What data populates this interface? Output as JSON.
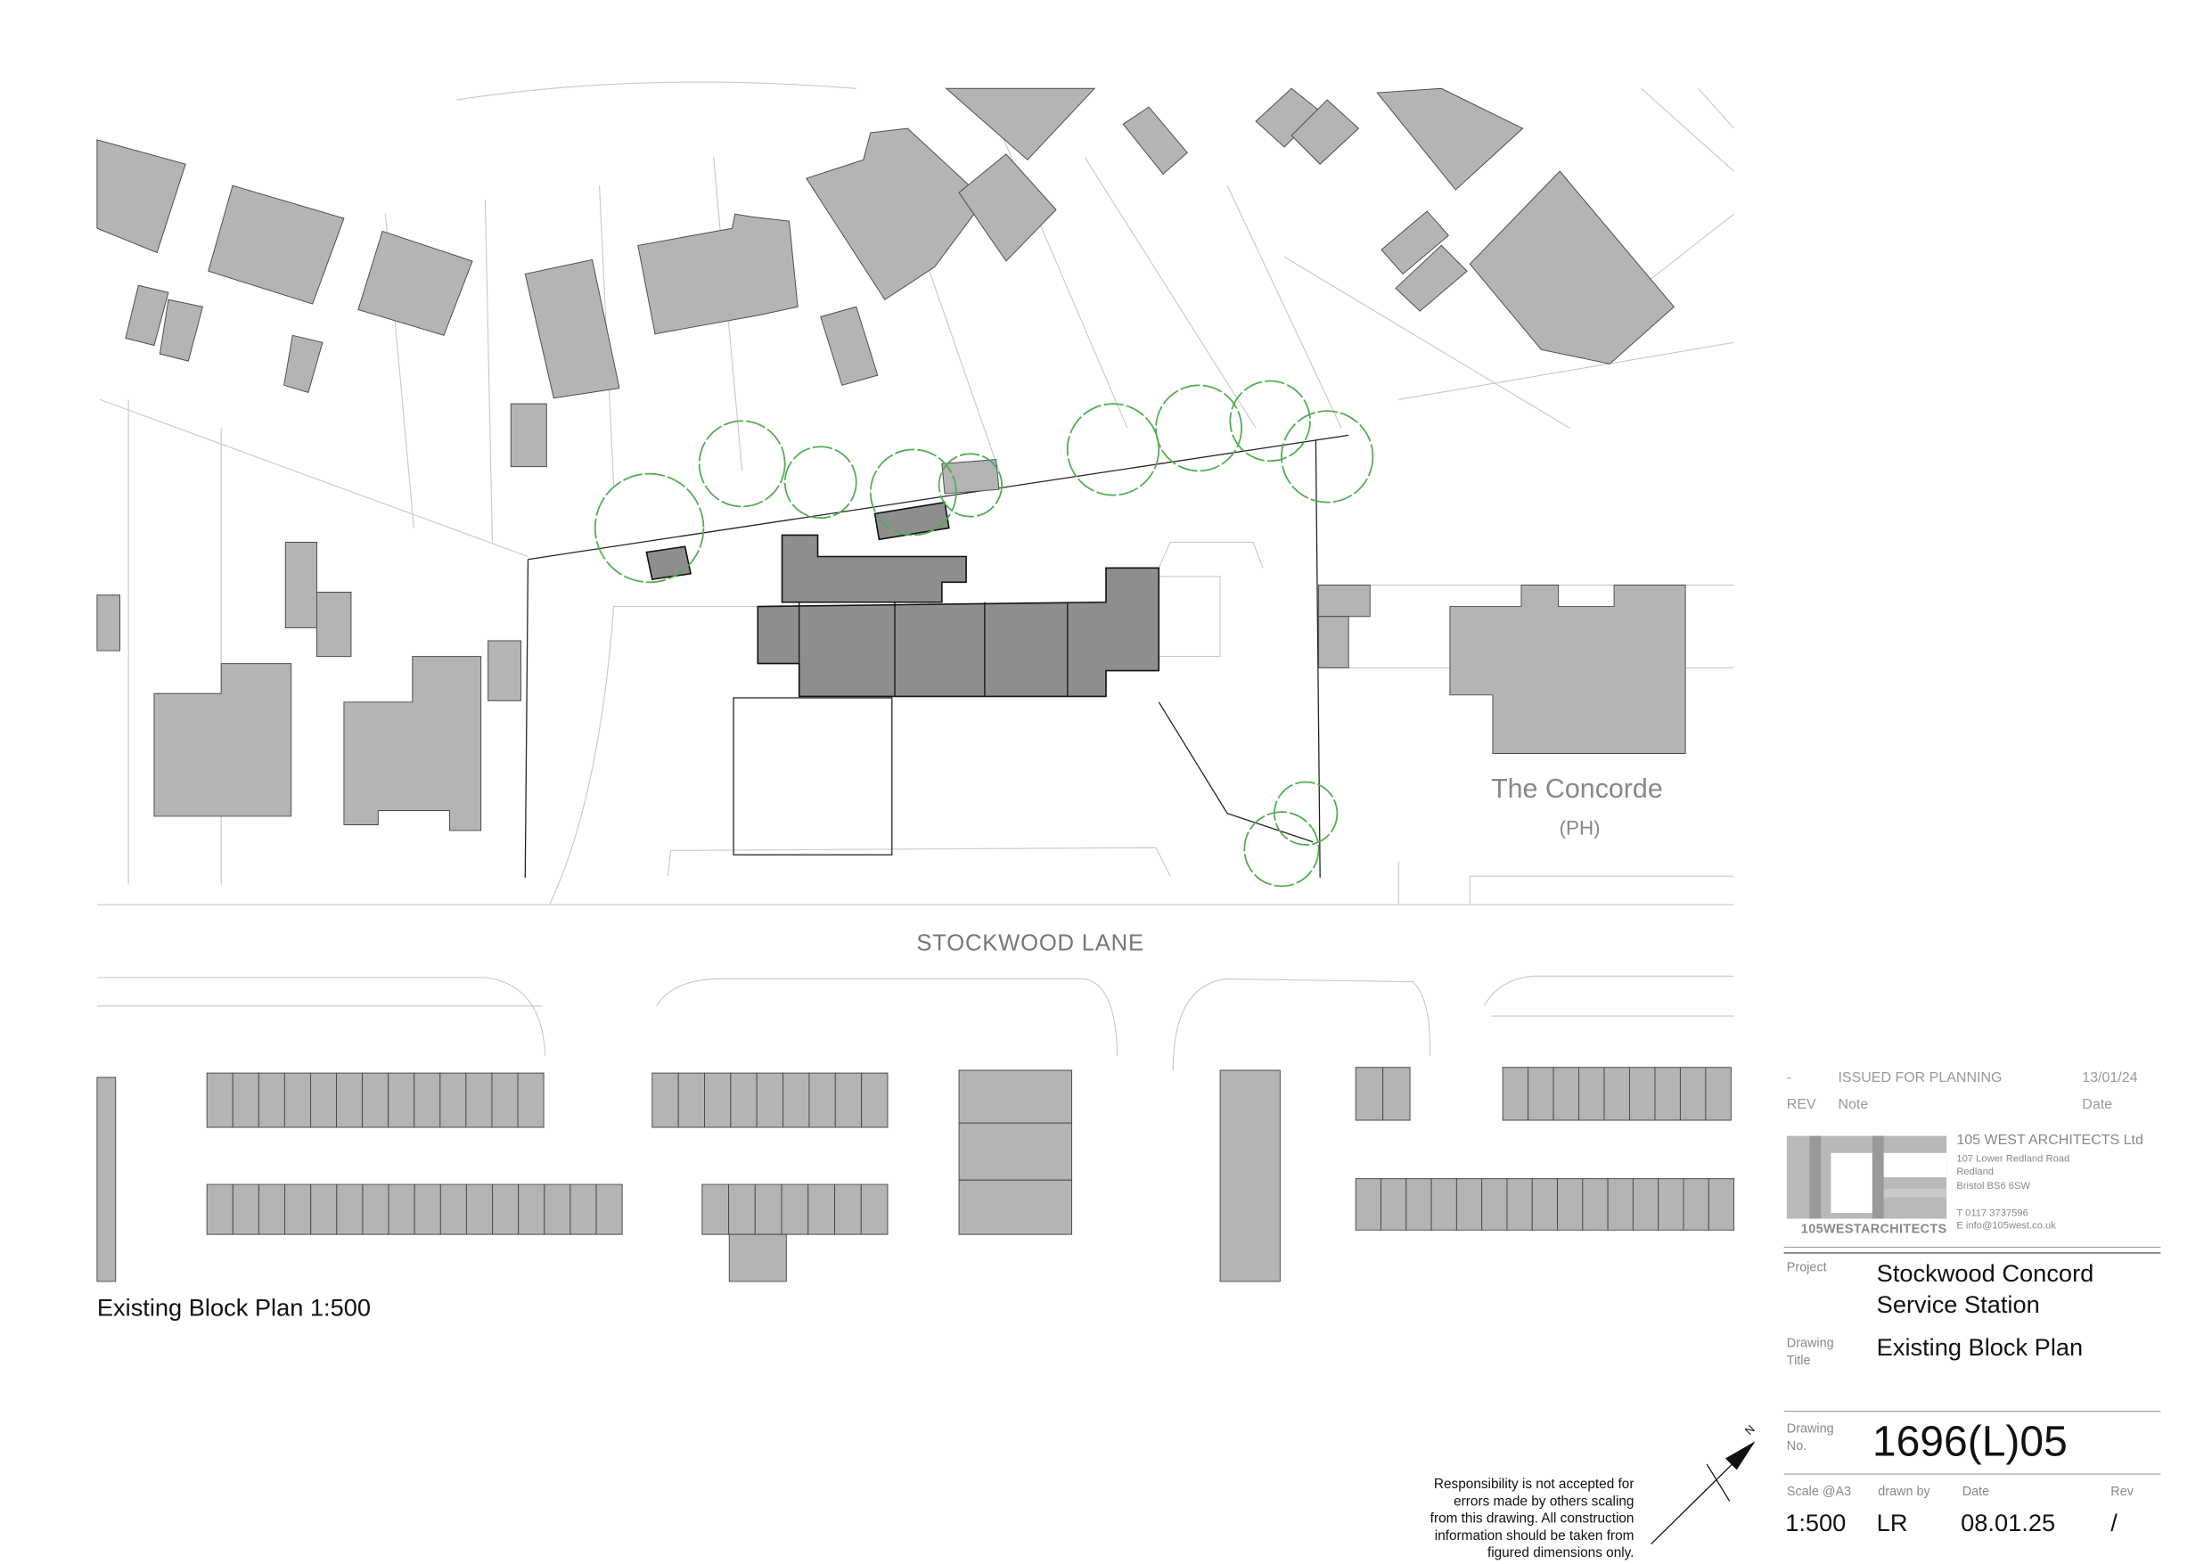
{
  "drawing": {
    "caption": "Existing Block Plan 1:500",
    "road_label": "STOCKWOOD LANE",
    "pub_name": "The Concorde",
    "pub_type": "(PH)",
    "north_label": "N"
  },
  "revisions": {
    "rows": [
      {
        "rev": "-",
        "note": "ISSUED FOR PLANNING",
        "date": "13/01/24"
      }
    ],
    "headers": {
      "rev": "REV",
      "note": "Note",
      "date": "Date"
    }
  },
  "company": {
    "logo_text": "105WESTARCHITECTS",
    "name": "105 WEST ARCHITECTS Ltd",
    "address": [
      "107 Lower Redland Road",
      "Redland",
      "Bristol BS6 6SW"
    ],
    "phone": "T 0117 3737596",
    "email": "E info@105west.co.uk"
  },
  "title_block": {
    "project_label": "Project",
    "project_lines": [
      "Stockwood Concord",
      "Service Station"
    ],
    "drawing_title_label": [
      "Drawing",
      "Title"
    ],
    "drawing_title": "Existing Block Plan",
    "drawing_no_label": [
      "Drawing",
      "No."
    ],
    "drawing_no": "1696(L)05",
    "scale_label": "Scale @A3",
    "scale": "1:500",
    "drawn_by_label": "drawn by",
    "drawn_by": "LR",
    "date_label": "Date",
    "date": "08.01.25",
    "rev_label": "Rev",
    "rev": "/"
  },
  "disclaimer": [
    "Responsibility is not accepted for",
    "errors made by others scaling",
    "from this drawing. All construction",
    "information should be taken from",
    "figured dimensions only."
  ],
  "colors": {
    "building": "#b4b4b4",
    "site_building": "#8e8e8e",
    "tree": "#4fae4f"
  }
}
